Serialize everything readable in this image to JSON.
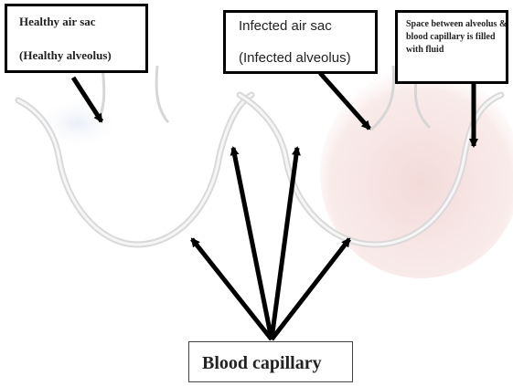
{
  "labels": {
    "healthy_title": "Healthy air sac",
    "healthy_subtitle": "(Healthy alveolus)",
    "infected_title": "Infected air sac",
    "infected_subtitle": "(Infected alveolus)",
    "space_note": "Space between alveolus & blood capillary is filled with fluid",
    "blood_capillary": "Blood capillary"
  },
  "colors": {
    "arrow": "#000000",
    "alveolus_wall": "#dcdcdc",
    "healthy_tint": "#e7ecf6",
    "fluid_tint": "#f1d6d4"
  }
}
